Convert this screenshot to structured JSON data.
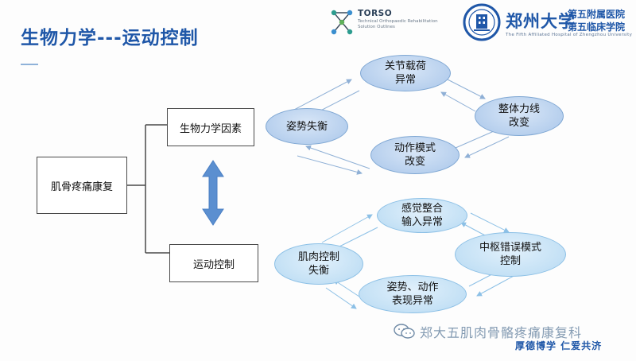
{
  "title": "生物力学---运动控制",
  "logo_torso": {
    "name": "TORSO",
    "subtitle": "Technical Orthopaedic Rehabilitation Solution Outlines"
  },
  "logo_hospital": {
    "university": "郑州大学",
    "line1": "第五附属医院",
    "line2": "第五临床学院",
    "english": "The Fifth Affiliated Hospital of Zhengzhou University"
  },
  "diagram": {
    "root": "肌骨疼痛康复",
    "factor_biomech": "生物力学因素",
    "factor_motor": "运动控制",
    "biomech_cycle": [
      "关节载荷\n异常",
      "整体力线\n改变",
      "动作模式\n改变",
      "姿势失衡"
    ],
    "motor_cycle": [
      "感觉整合\n输入异常",
      "中枢错误模式\n控制",
      "姿势、动作\n表现异常",
      "肌肉控制\n失衡"
    ]
  },
  "footer": {
    "watermark": "郑大五肌肉骨骼疼痛康复科",
    "motto": "厚德博学  仁爱共济"
  },
  "colors": {
    "title": "#1f57a8",
    "ellipse_top": "#bcd3ef",
    "ellipse_bottom": "#c8e3f6",
    "double_arrow": "#5b8fd0"
  }
}
